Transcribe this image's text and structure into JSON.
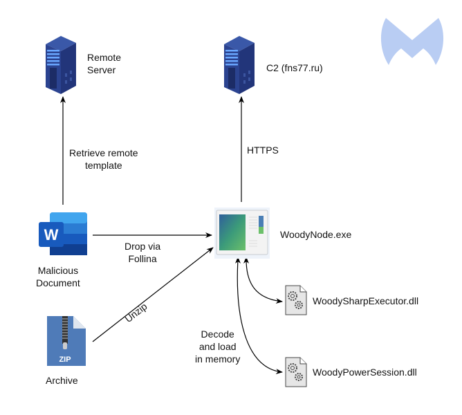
{
  "diagram": {
    "nodes": {
      "remote_server": {
        "label_line1": "Remote",
        "label_line2": "Server",
        "icon": "server-icon"
      },
      "c2": {
        "label": "C2 (fns77.ru)",
        "icon": "server-icon"
      },
      "malicious_doc": {
        "label_line1": "Malicious",
        "label_line2": "Document",
        "icon": "word-icon",
        "icon_letter": "W"
      },
      "archive": {
        "label": "Archive",
        "icon": "zip-file-icon",
        "icon_text": "ZIP"
      },
      "woodynode": {
        "label": "WoodyNode.exe",
        "icon": "application-window-icon"
      },
      "sharp_executor": {
        "label": "WoodySharpExecutor.dll",
        "icon": "dll-gear-file-icon"
      },
      "power_session": {
        "label": "WoodyPowerSession.dll",
        "icon": "dll-gear-file-icon"
      }
    },
    "edges": {
      "retrieve_template": {
        "from": "Malicious Document",
        "to": "Remote Server",
        "label_line1": "Retrieve remote",
        "label_line2": "template"
      },
      "https": {
        "from": "WoodyNode.exe",
        "to": "C2 (fns77.ru)",
        "label": "HTTPS"
      },
      "drop_follina": {
        "from": "Malicious Document",
        "to": "WoodyNode.exe",
        "label_line1": "Drop via",
        "label_line2": "Follina"
      },
      "unzip": {
        "from": "Archive",
        "to": "WoodyNode.exe",
        "label": "Unzip"
      },
      "decode_load": {
        "from": "WoodyNode.exe",
        "to": "DLLs",
        "label_line1": "Decode",
        "label_line2": "and load",
        "label_line3": "in memory"
      }
    },
    "logo": {
      "name": "malwarebytes-logo",
      "color": "#b9cdf3"
    }
  }
}
